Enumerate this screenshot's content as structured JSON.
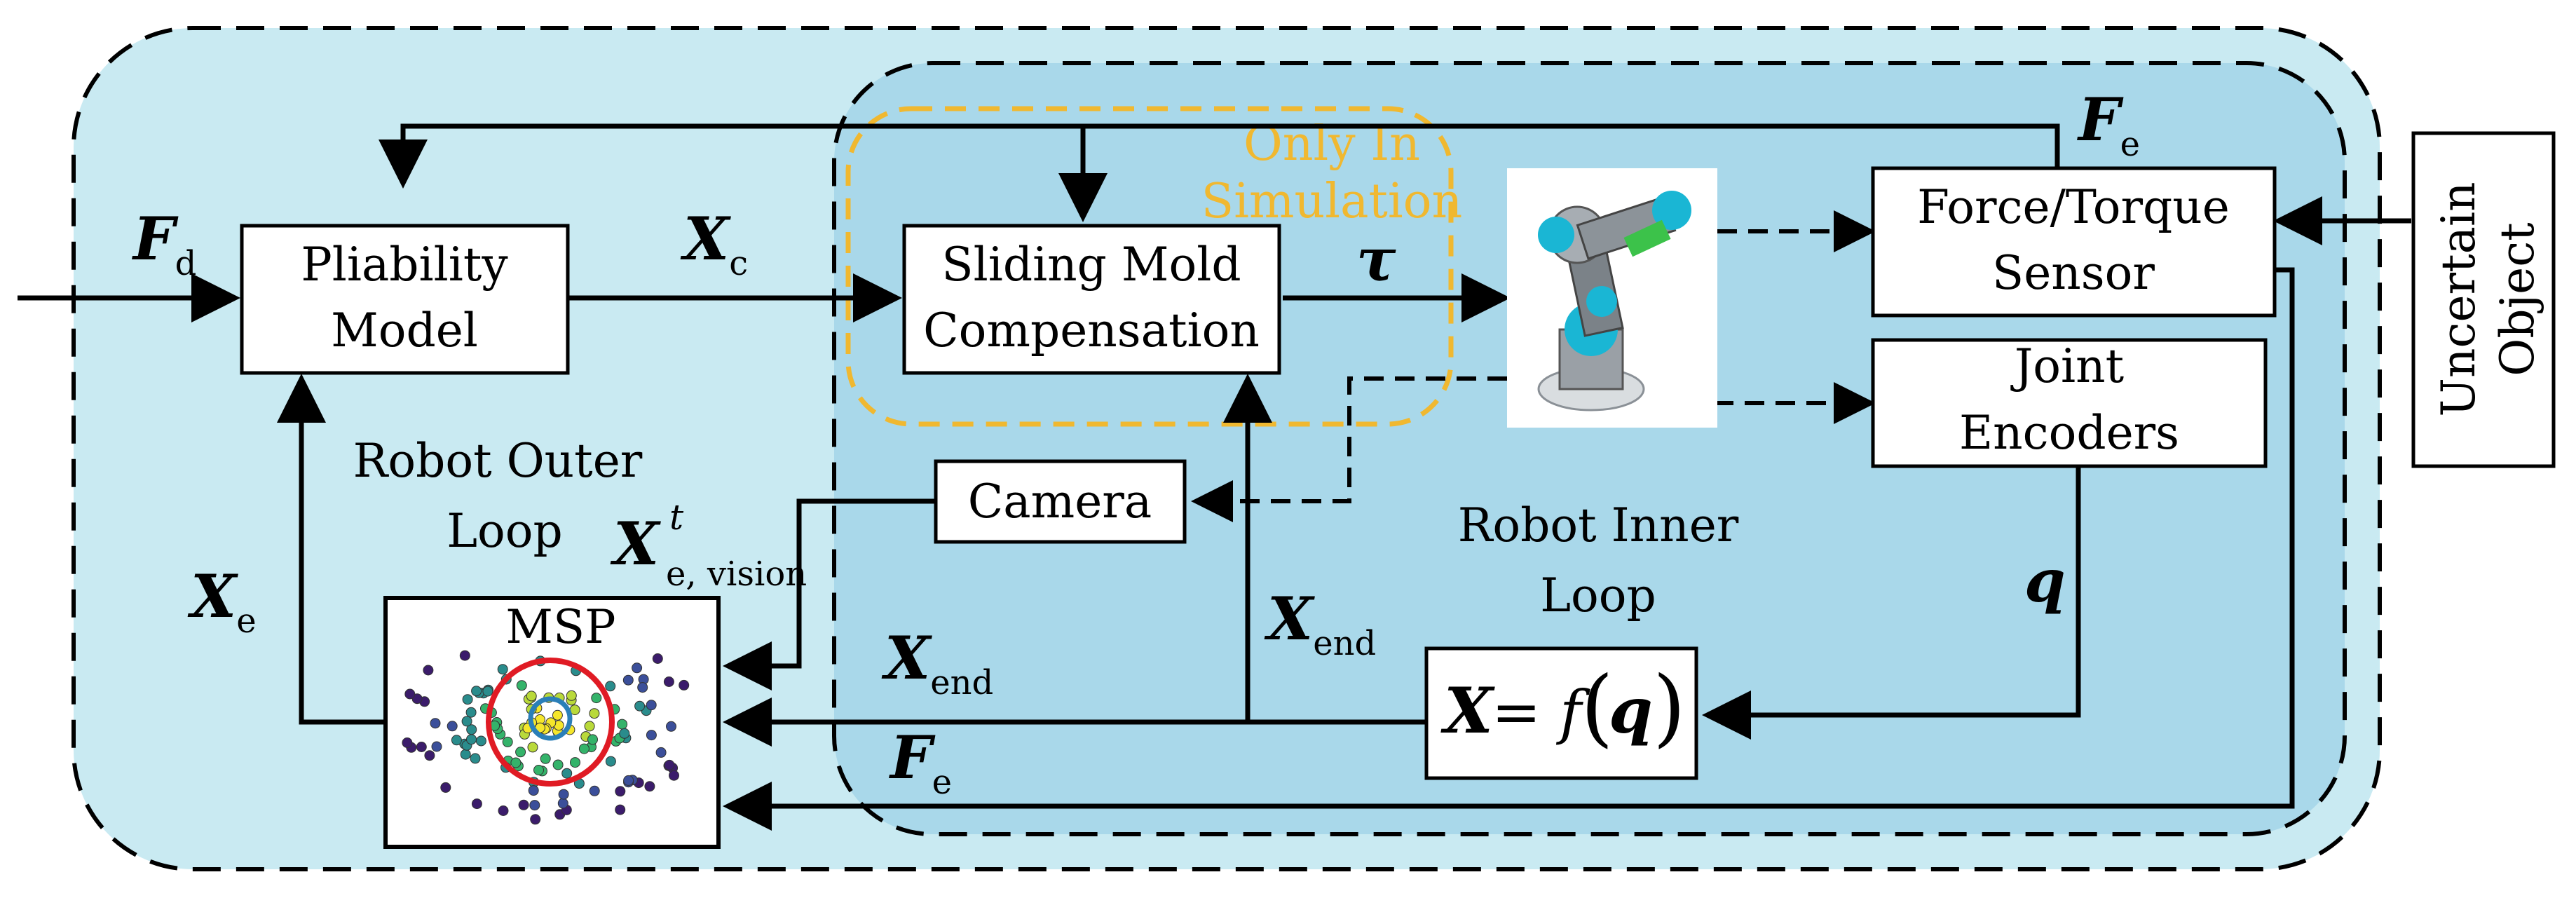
{
  "colors": {
    "outer_fill": "#c9eaf2",
    "inner_fill": "#a9d8ea",
    "simulation_border": "#f0b830",
    "simulation_text": "#f0b830",
    "line": "#000000",
    "box_fill": "#ffffff",
    "msp_circle": "#e01b24",
    "msp_inner_circle": "#2a7fb8"
  },
  "blocks": {
    "pliability": {
      "line1": "Pliability",
      "line2": "Model"
    },
    "sliding": {
      "line1": "Sliding Mold",
      "line2": "Compensation"
    },
    "force_sensor": {
      "line1": "Force/Torque",
      "line2": "Sensor"
    },
    "joint_encoders": {
      "line1": "Joint",
      "line2": "Encoders"
    },
    "camera": {
      "label": "Camera"
    },
    "msp": {
      "label": "MSP"
    },
    "uncertain_object": {
      "line1": "Uncertain",
      "line2": "Object"
    },
    "kinematics": {
      "eq_lhs": "X",
      "eq_mid": "= f",
      "eq_arg": "q"
    }
  },
  "regions": {
    "simulation": {
      "line1": "Only In",
      "line2": "Simulation"
    },
    "outer_loop": {
      "line1": "Robot Outer",
      "line2": "Loop"
    },
    "inner_loop": {
      "line1": "Robot Inner",
      "line2": "Loop"
    }
  },
  "signals": {
    "fd": {
      "sym": "F",
      "sub": "d"
    },
    "xc": {
      "sym": "X",
      "sub": "c"
    },
    "tau": {
      "sym": "τ"
    },
    "fe_top": {
      "sym": "F",
      "sub": "e"
    },
    "xe": {
      "sym": "X",
      "sub": "e"
    },
    "xvision": {
      "sym": "X",
      "sup": "t",
      "sub": "e, vision"
    },
    "xend_left": {
      "sym": "X",
      "sub": "end"
    },
    "xend_mid": {
      "sym": "X",
      "sub": "end"
    },
    "q": {
      "sym": "q"
    },
    "fe_bottom": {
      "sym": "F",
      "sub": "e"
    }
  }
}
